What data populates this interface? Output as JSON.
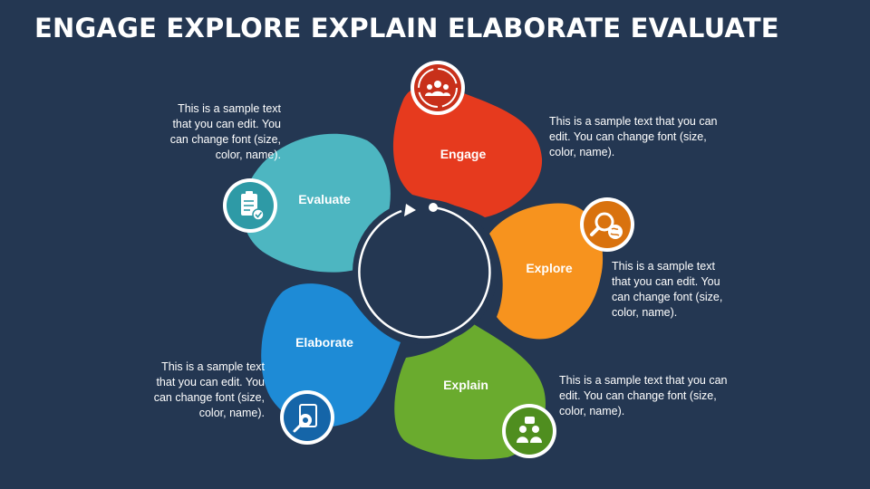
{
  "title": "ENGAGE EXPLORE EXPLAIN ELABORATE EVALUATE",
  "stages": [
    {
      "label": "Engage",
      "color": "#e63a1e",
      "icon": "team-icon",
      "text": "This is a sample text that you can edit. You can change font (size, color, name)."
    },
    {
      "label": "Explore",
      "color": "#f7931e",
      "icon": "search-globe-icon",
      "text": "This is a sample text that you can edit. You can change font (size, color, name)."
    },
    {
      "label": "Explain",
      "color": "#6aab2e",
      "icon": "discussion-icon",
      "text": "This is a sample text that you can edit. You can change font (size, color, name)."
    },
    {
      "label": "Elaborate",
      "color": "#1e8bd6",
      "icon": "document-gear-icon",
      "text": "This is a sample text that you can edit. You can change font (size, color, name)."
    },
    {
      "label": "Evaluate",
      "color": "#4db6c1",
      "icon": "clipboard-check-icon",
      "text": "This is a sample text that you can edit. You can change font (size, color, name)."
    }
  ]
}
